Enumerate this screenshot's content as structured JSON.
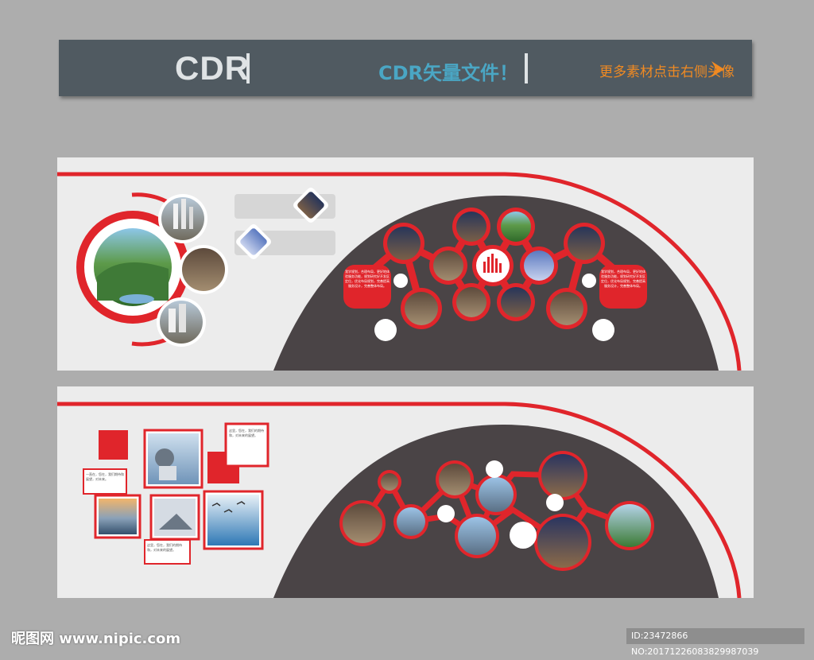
{
  "header": {
    "brand": "CDR",
    "subtitle": "CDR矢量文件！",
    "more_link": "更多素材点击右侧头像",
    "colors": {
      "bg": "#505a61",
      "brand": "#dfe3e5",
      "subtitle": "#4aa6c4",
      "link": "#f08a22"
    }
  },
  "panel_top": {
    "left_text": "我学规划，合理布局，更好地体验服务功能，规划研究好开发区定位，优化布局规划，完善提高服务设计，完善整体布局。",
    "right_text": "我学规划，合理布局，更好地体验服务功能，规划研究好开发区定位，优化布局规划，完善提高服务设计，完善整体布局。"
  },
  "panel_bottom": {
    "note_1": "这里，您在，我们的期待和，对未来的展望。",
    "note_2": "一直在，您在，我们期待和展望，对未来。",
    "note_3": "这里，您在，我们的期待和，对未来的展望。"
  },
  "footer": {
    "watermark": "昵图网 www.nipic.com",
    "id_line": "ID:23472866 NO:20171226083829987039"
  },
  "colors": {
    "accent": "#e0252b",
    "dark": "#4a4446",
    "panel": "#ececec",
    "page": "#adadad"
  }
}
